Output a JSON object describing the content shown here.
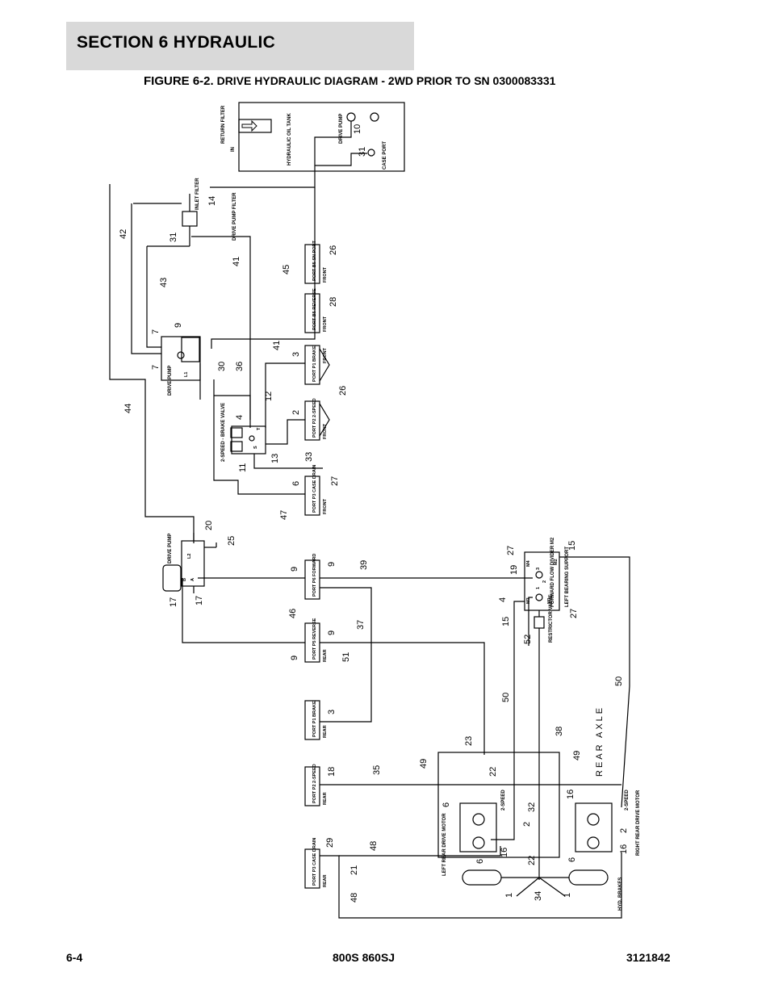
{
  "header": {
    "section": "SECTION 6   HYDRAULIC",
    "figure_label": "FIGURE 6-2.",
    "figure_caption": " DRIVE HYDRAULIC DIAGRAM - 2WD PRIOR TO SN 0300083331"
  },
  "footer": {
    "page": "6-4",
    "model": "800S 860SJ",
    "doc_number": "3121842"
  },
  "components": {
    "tank": "HYDRAULIC OIL TANK",
    "return_filter": "RETURN FILTER",
    "tank_in": "IN",
    "drive_pump_port": "DRIVE PUMP",
    "case_port": "CASE PORT",
    "inlet_filter": "INLET FILTER",
    "drive_pump_filter": "DRIVE PUMP FILTER",
    "drive_pump_upper": "DRIVE PUMP",
    "drive_pump_lower": "DRIVE PUMP",
    "brake_valve": "2-SPEED - BRAKE VALVE",
    "flow_divider": "FORWARD FLOW DIVIDER M2",
    "flow_divider_sub": "LEFT BEARING SUPPORT",
    "restrictor": "RESTRICTOR VALVE",
    "left_motor": "LEFT REAR DRIVE MOTOR",
    "right_motor": "RIGHT REAR DRIVE MOTOR",
    "hyd_brakes": "HYD. BRAKES",
    "rear_axle": "REAR AXLE",
    "two_speed": "2-SPEED"
  },
  "ports": {
    "b5_upper": "PORT B5 SN PORT",
    "b5_rev_upper": "PORT B5 REVERSE",
    "p1_brake": "PORT P1 BRAKE",
    "p2_2speed": "PORT P2 2-SPEED",
    "p3_case": "PORT P3 CASE DRAIN",
    "p6_forward": "PORT P6 FORWARD",
    "p5_reverse": "PORT P5 REVERSE",
    "p1_brake_rear": "PORT P1 BRAKE",
    "p2_2speed_rear": "PORT P2 2-SPEED",
    "p3_case_rear": "PORT P3 CASE DRAIN",
    "front": "FRONT",
    "rear": "REAR"
  },
  "callouts": [
    "10",
    "31",
    "14",
    "42",
    "31",
    "41",
    "43",
    "45",
    "9",
    "7",
    "7",
    "30",
    "36",
    "41",
    "3",
    "26",
    "28",
    "26",
    "2",
    "4",
    "12",
    "11",
    "13",
    "33",
    "6",
    "27",
    "47",
    "44",
    "20",
    "25",
    "9",
    "9",
    "17",
    "17",
    "46",
    "9",
    "9",
    "39",
    "37",
    "51",
    "3",
    "27",
    "15",
    "19",
    "4",
    "15",
    "27",
    "52",
    "50",
    "23",
    "49",
    "22",
    "35",
    "18",
    "38",
    "32",
    "2",
    "6",
    "16",
    "6",
    "49",
    "16",
    "2",
    "16",
    "6",
    "29",
    "48",
    "21",
    "22",
    "34",
    "1",
    "1",
    "48",
    "50",
    "L1",
    "L2",
    "A",
    "B",
    "M1",
    "M2",
    "M3",
    "M4",
    "1",
    "3",
    "2",
    "S",
    "T"
  ]
}
